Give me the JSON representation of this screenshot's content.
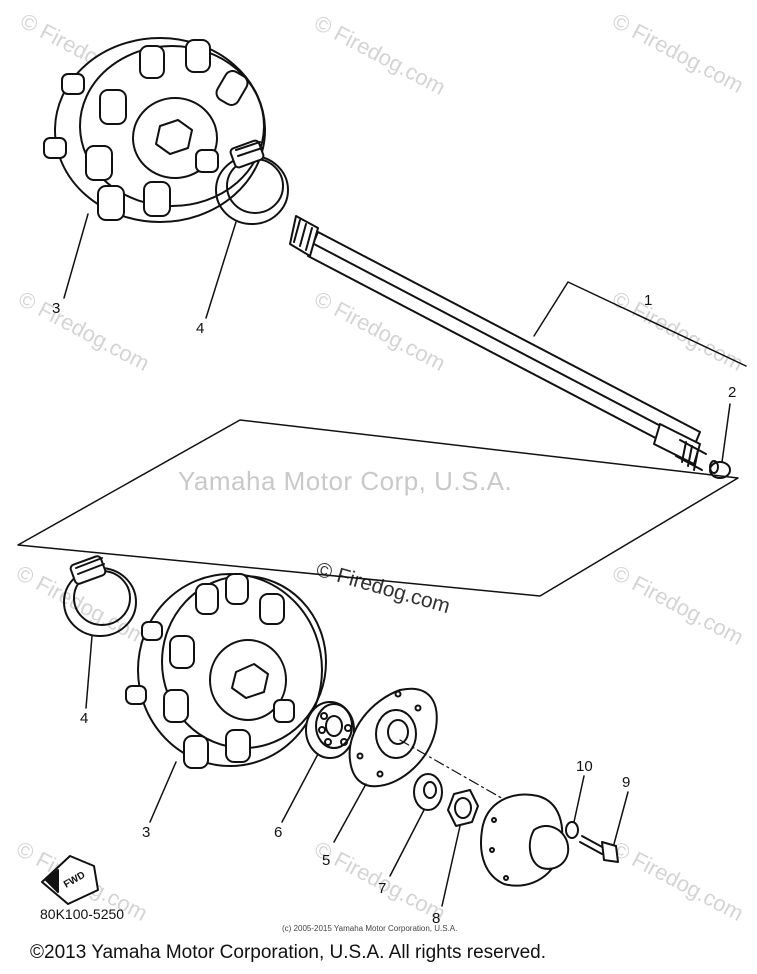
{
  "diagram": {
    "watermarks": {
      "site": "© Firedog.com",
      "center": "Yamaha Motor Corp, U.S.A.",
      "mid": "© Firedog.com"
    },
    "callouts": [
      "1",
      "2",
      "3",
      "4",
      "4",
      "3",
      "6",
      "5",
      "7",
      "8",
      "10",
      "9"
    ],
    "diagram_code": "80K100-5250",
    "small_copyright": "(c) 2005-2015 Yamaha Motor Corporation, U.S.A.",
    "footer_copyright": "©2013 Yamaha Motor Corporation, U.S.A. All rights reserved.",
    "fwd_label": "FWD"
  }
}
